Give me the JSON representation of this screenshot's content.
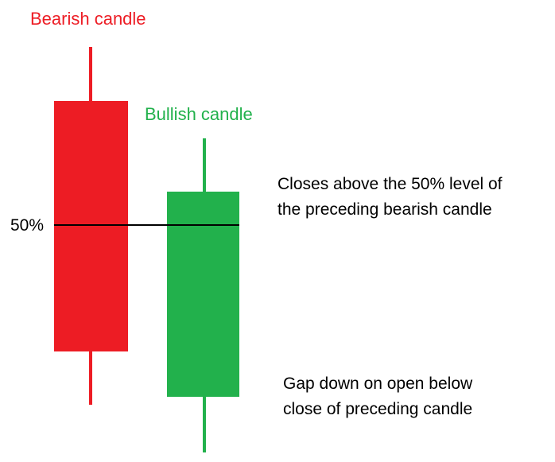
{
  "colors": {
    "bearish": "#ED1C24",
    "bullish": "#22B14C",
    "line": "#000000",
    "text": "#000000"
  },
  "bearish_candle": {
    "title": "Bearish candle"
  },
  "bullish_candle": {
    "title": "Bullish candle"
  },
  "midpoint": {
    "label": "50%"
  },
  "notes": {
    "close_above_midpoint": {
      "line1": "Closes above the 50% level of",
      "line2": "the preceding bearish candle"
    },
    "gap_down": {
      "line1": "Gap down on open below",
      "line2": "close of preceding candle"
    }
  }
}
